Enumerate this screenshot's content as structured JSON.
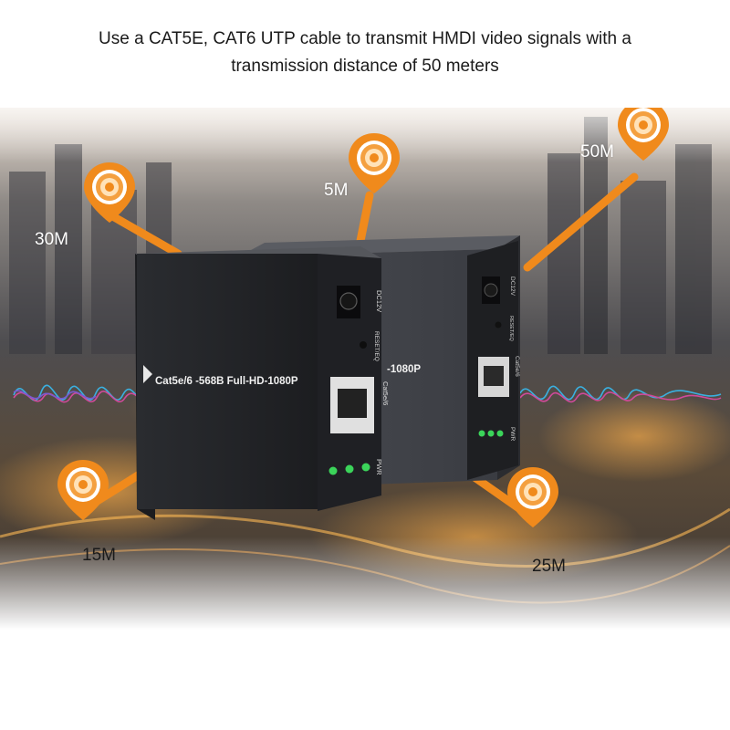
{
  "headline": {
    "line1": "Use a CAT5E, CAT6 UTP cable to transmit HMDI video signals with a",
    "line2": "transmission distance of 50 meters"
  },
  "distances": {
    "d30": "30M",
    "d5": "5M",
    "d50": "50M",
    "d15": "15M",
    "d25": "25M"
  },
  "device_front": {
    "model_text": "Cat5e/6 -568B Full-HD-1080P",
    "port_text": "Cat5e/6",
    "power_label": "DC12V",
    "reset_label": "RESET/EQ",
    "pwr_label": "PWR"
  },
  "device_back": {
    "model_text": "-1080P",
    "port_text": "Cat5e/6",
    "power_label": "DC12V",
    "reset_label": "RESET/EQ",
    "pwr_label": "PWR"
  },
  "colors": {
    "pin_orange": "#f08a1c",
    "pin_light": "#ffd08a",
    "device_body": "#26282c",
    "wave_cyan": "#3ab0e0",
    "wave_pink": "#d04a9a",
    "led_green": "#3bd45a"
  }
}
